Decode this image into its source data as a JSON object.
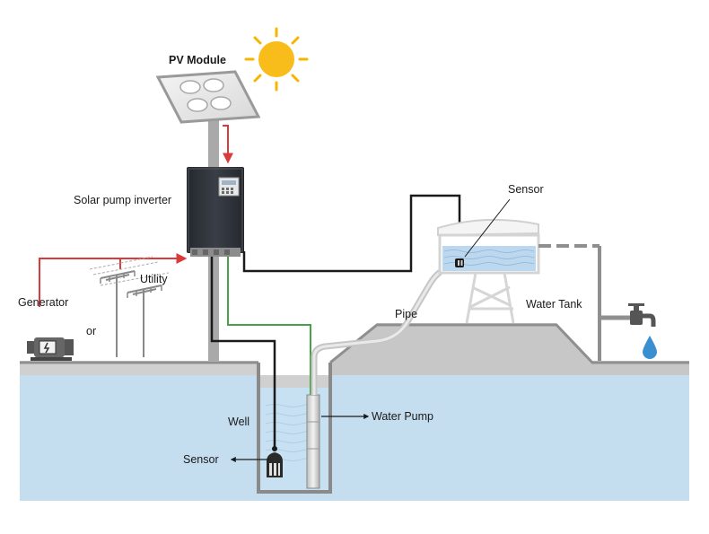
{
  "labels": {
    "pv_module": "PV Module",
    "solar_pump_inverter": "Solar pump inverter",
    "utility": "Utility",
    "generator": "Generator",
    "or": "or",
    "sensor_tank": "Sensor",
    "pipe": "Pipe",
    "water_tank": "Water Tank",
    "well": "Well",
    "water_pump": "Water Pump",
    "sensor_well": "Sensor"
  },
  "colors": {
    "ground": "#c9c9c9",
    "ground_edge": "#8f8f8f",
    "water": "#c4ddef",
    "water_light": "#dcebf6",
    "power_wire": "#d93a3a",
    "signal_wire": "#1a1a1a",
    "ground_wire": "#48a048",
    "sun": "#f7b500",
    "inverter_body": "#2b2f36",
    "panel_frame": "#a8a8a8"
  },
  "icons": {
    "sun": "sun-icon",
    "pv_panel": "solar-panel-icon",
    "inverter": "inverter-icon",
    "generator": "generator-icon",
    "utility_poles": "power-pole-icon",
    "water_tank": "water-tank-icon",
    "faucet": "faucet-icon",
    "water_drop": "water-drop-icon",
    "pump": "submersible-pump-icon",
    "sensor": "float-sensor-icon"
  }
}
